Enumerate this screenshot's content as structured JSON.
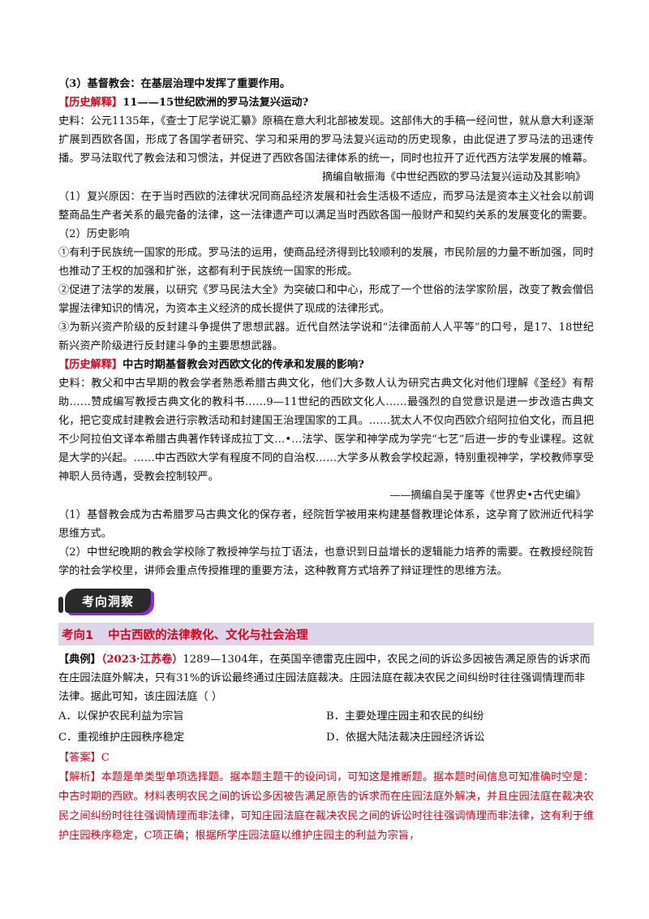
{
  "lines": {
    "l1": "（3）基督教会：在基层治理中发挥了重要作用。",
    "h1_bracket": "【历史解释】",
    "h1_text": "11——15世纪欧洲的罗马法复兴运动?",
    "p1": "史料：公元1135年，《查士丁尼学说汇纂》原稿在意大利北部被发现。这部伟大的手稿一经问世，就从意大利逐渐扩展到西欧各国，形成了各国学者研究、学习和采用的罗马法复兴运动的历史现象，由此促进了罗马法的迅速传播。罗马法取代了教会法和习惯法，并促进了西欧各国法律体系的统一，同时也拉开了近代西方法学发展的帷幕。",
    "src1": "摘编自敏振海《中世纪西欧的罗马法复兴运动及其影响》",
    "p2": "（1）复兴原因：在于当时西欧的法律状况同商品经济发展和社会生活极不适应，而罗马法是资本主义社会以前调整商品生产者关系的最完备的法律，这一法律遗产可以满足当时西欧各国一般财产和契约关系的发展变化的需要。",
    "p3": "（2）历史影响",
    "p4": "①有利于民族统一国家的形成。罗马法的运用，使商品经济得到比较顺利的发展，市民阶层的力量不断加强，同时也推动了王权的加强和扩张，这都有利于民族统一国家的形成。",
    "p5": "②促进了法学的发展，以研究《罗马民法大全》为突破口和中心，形成了一个世俗的法学家阶层，改变了教会僧侣掌握法律知识的情况，为资本主义经济的成长提供了现成的法律形式。",
    "p6": "③为新兴资产阶级的反封建斗争提供了思想武器。近代自然法学说和“法律面前人人平等”的口号，是17、18世纪新兴资产阶级进行反封建斗争的主要思想武器。",
    "h2_bracket": "【历史解释】",
    "h2_text": "中古时期基督教会对西欧文化的传承和发展的影响?",
    "p7": "史料：教父和中古早期的教会学者熟悉希腊古典文化，他们大多数人认为研究古典文化对他们理解《圣经》有帮助……赞成编写教授古典文化的教科书……9—11世纪的西欧文化人……最强烈的自觉意识是进一步改造古典文化，把它变成封建教会进行宗教活动和封建国王治理国家的工具。……犹太人不仅向西欧介绍阿拉伯文化，而且把不少阿拉伯文译本希腊古典著作转译成拉丁文…•…法学、医学和神学成为学完“七艺”后进一步的专业课程。这就是大学的兴起。……中古西欧大学有程度不同的自治权……大学多从教会学校起源，特别重视神学，学校教师享受神职人员待遇，受教会控制较严。",
    "src2": "——摘编自吴于廑等《世界史•古代史编》",
    "p8": "（1）基督教会成为古希腊罗马古典文化的保存者，经院哲学被用来构建基督教理论体系，这孕育了欧洲近代科学思维方式。",
    "p9": "（2）中世纪晚期的教会学校除了教授神学与拉丁语法，也意识到日益增长的逻辑能力培养的需要。在教授经院哲学的社会学校里，讲师会重点传授推理的重要方法，这种教育方式培养了辩证理性的思维方法。"
  },
  "badge": "考向洞察",
  "topic": {
    "label": "考向1",
    "title": "中古西欧的法律教化、文化与社会治理"
  },
  "example": {
    "tag": "【典例】",
    "source": "（2023·江苏卷）",
    "stem": "1289—1304年，在英国辛德雷克庄园中，农民之间的诉讼多因被告满足原告的诉求而在庄园法庭外解决，只有31%的诉讼最终通过庄园法庭裁决。庄园法庭在裁决农民之间纠纷时往往强调情理而非法律。据此可知，该庄园法庭（        ）",
    "options": [
      "A．以保护农民利益为宗旨",
      "B．主要处理庄园主和农民的纠纷",
      "C．重视维护庄园秩序稳定",
      "D．依据大陆法裁决庄园经济诉讼"
    ],
    "answer": "【答案】C",
    "analysis": "【解析】本题是单类型单项选择题。据本题主题干的设问词，可知这是推断题。据本题时间信息可知准确时空是：中古时期的西欧。材料表明农民之间的诉讼多因被告满足原告的诉求而在庄园法庭外解决，并且庄园法庭在裁决农民之间纠纷时往往强调情理而非法律，可知庄园法庭在裁决农民之间的诉讼时往往强调情理而非法律，这有利于维护庄园秩序稳定，C项正确；根据所学庄园法庭以维护庄园主的利益为宗旨，"
  },
  "colors": {
    "accent_red": "#e0001b",
    "topic_bg": "#dcd6ea",
    "badge_shadow": "#8a2be2"
  }
}
